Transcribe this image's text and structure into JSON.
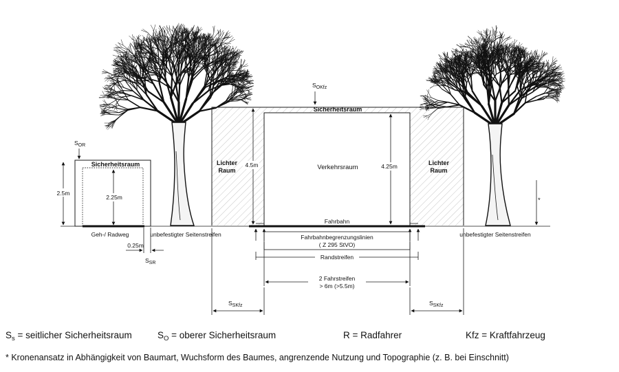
{
  "labels": {
    "s_okfz": "S",
    "s_okfz_sub": "OKfz",
    "sicherheitsraum_main": "Sicherheitsraum",
    "verkehrsraum": "Verkehrsraum",
    "lichter_raum_left_1": "Lichter",
    "lichter_raum_left_2": "Raum",
    "lichter_raum_right_1": "Lichter",
    "lichter_raum_right_2": "Raum",
    "height_45": "4.5m",
    "height_425": "4.25m",
    "fahrbahn": "Fahrbahn",
    "s_or": "S",
    "s_or_sub": "OR",
    "sicherheitsraum_left": "Sicherheitsraum",
    "height_25": "2.5m",
    "height_225": "2.25m",
    "geh_radweg": "Geh-/ Radweg",
    "dim_025": "0.25m",
    "s_sr": "S",
    "s_sr_sub": "SR",
    "seitenstreifen_left": "unbefestigter Seitenstreifen",
    "seitenstreifen_right": "unbefestigter Seitenstreifen",
    "fahrbahnbegrenzung_1": "Fahrbahnbegrenzungslinien",
    "fahrbahnbegrenzung_2": "( Z 295 StVO)",
    "randstreifen": "Randstreifen",
    "fahrstreifen_1": "2 Fahrstreifen",
    "fahrstreifen_2": "> 6m (>5.5m)",
    "s_skfz_left": "S",
    "s_skfz_left_sub": "SKfz",
    "s_skfz_right": "S",
    "s_skfz_right_sub": "SKfz",
    "asterisk": "*"
  },
  "legend": {
    "ss_symbol": "S",
    "ss_sub": "s",
    "ss_text": " = seitlicher Sicherheitsraum",
    "so_symbol": "S",
    "so_sub": "O",
    "so_text": " = oberer Sicherheitsraum",
    "r_text": "R = Radfahrer",
    "kfz_text": "Kfz = Kraftfahrzeug"
  },
  "footnote": "* Kronenansatz in Abhängigkeit von Baumart, Wuchsform des Baumes, angrenzende Nutzung und Topographie (z. B. bei Einschnitt)",
  "icons": [
    "deciduous-tree-icon",
    "arrow-icon"
  ]
}
